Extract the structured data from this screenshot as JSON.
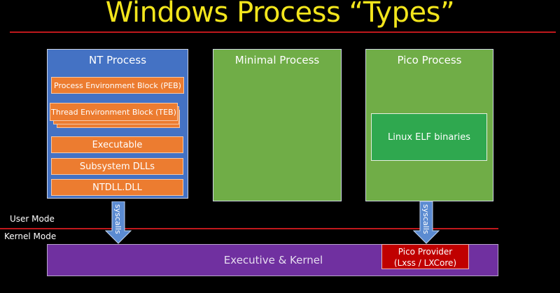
{
  "title": "Windows Process “Types”",
  "colors": {
    "title": "#f2e51c",
    "divider": "#c0181c",
    "nt_process": "#4472c4",
    "green_process": "#70ad47",
    "component": "#ec7c30",
    "kernel": "#7030a0",
    "pico_provider": "#c00000",
    "arrow": "#5b8bd1"
  },
  "boxes": {
    "nt_process": {
      "title": "NT Process",
      "components": {
        "peb": "Process Environment Block (PEB)",
        "teb": "Thread Environment Block (TEB)",
        "executable": "Executable",
        "subsystem_dlls": "Subsystem DLLs",
        "ntdll": "NTDLL.DLL"
      }
    },
    "minimal_process": {
      "title": "Minimal Process"
    },
    "pico_process": {
      "title": "Pico Process",
      "inner": "Linux ELF binaries"
    }
  },
  "modes": {
    "user": "User Mode",
    "kernel": "Kernel Mode"
  },
  "arrows": {
    "left": "syscalls",
    "right": "syscalls"
  },
  "kernel": {
    "label": "Executive & Kernel",
    "pico_provider_line1": "Pico Provider",
    "pico_provider_line2": "(Lxss / LXCore)"
  }
}
